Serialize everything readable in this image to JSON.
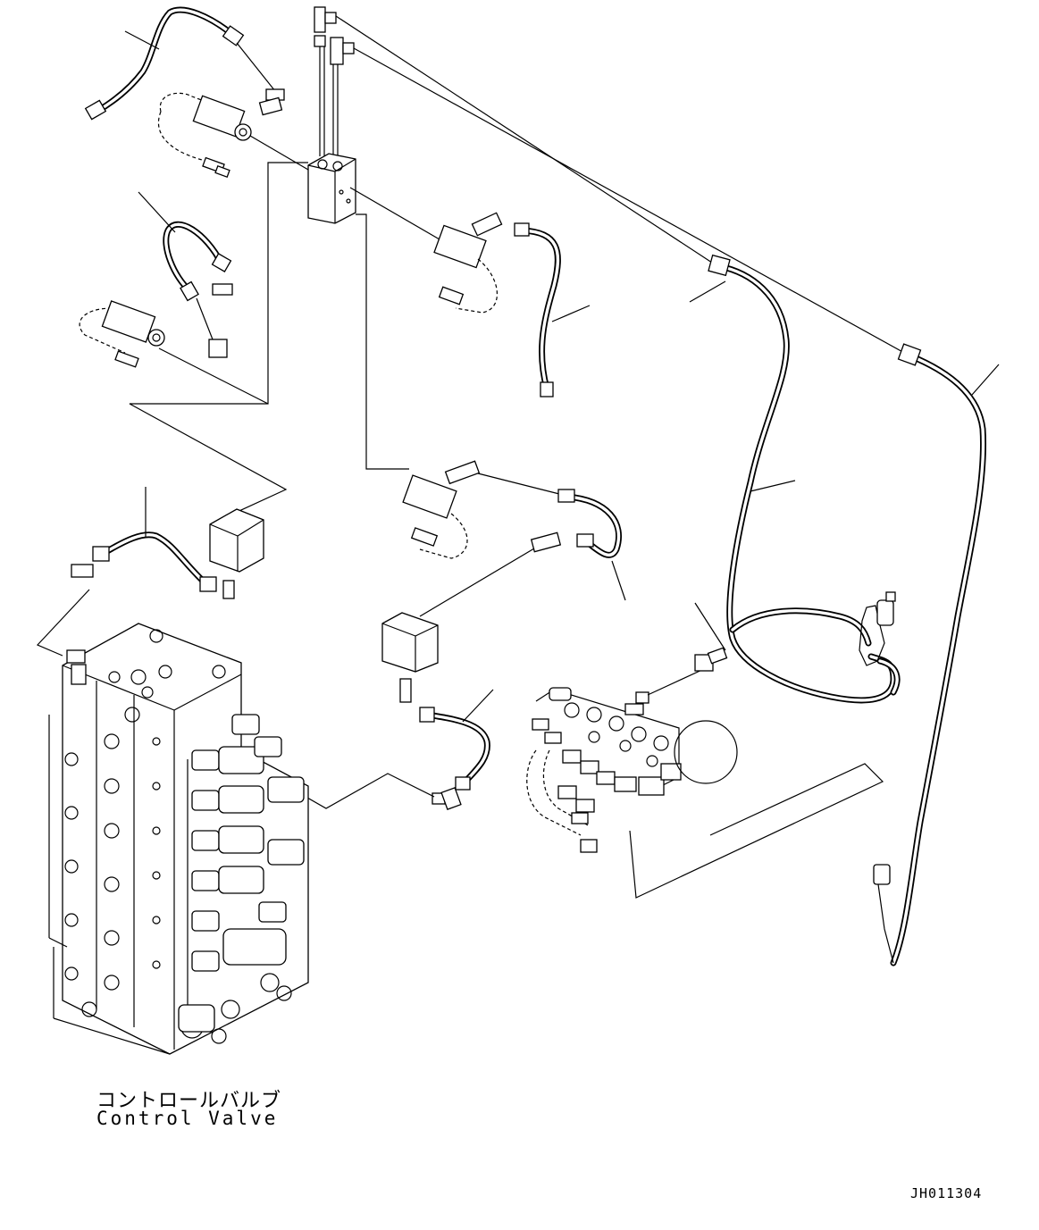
{
  "diagram": {
    "component_label_jp": "コントロールバルブ",
    "component_label_en": "Control Valve",
    "drawing_number": "JH011304"
  },
  "colors": {
    "line": "#000000",
    "background": "#ffffff"
  }
}
